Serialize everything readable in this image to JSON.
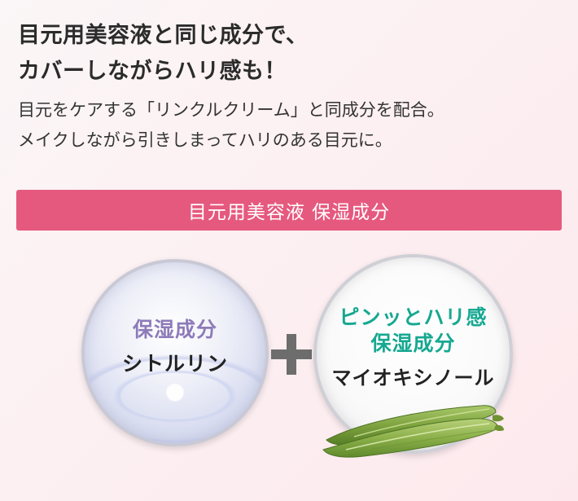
{
  "headline": {
    "line1": "目元用美容液と同じ成分で、",
    "line2": "カバーしながらハリ感も！"
  },
  "body": {
    "line1": "目元をケアする「リンクルクリーム」と同成分を配合。",
    "line2": "メイクしながら引きしまってハリのある目元に。"
  },
  "banner": {
    "label": "目元用美容液 保湿成分",
    "color": "#e6597e"
  },
  "left_ingredient": {
    "category": "保湿成分",
    "name": "シトルリン",
    "category_color": "#8d7bb8"
  },
  "right_ingredient": {
    "tagline": "ピンッとハリ感",
    "category": "保湿成分",
    "name": "マイオキシノール",
    "accent_color": "#16a891"
  },
  "icons": {
    "plus": "plus-icon",
    "okra": "okra-image",
    "water": "water-droplet-image"
  }
}
